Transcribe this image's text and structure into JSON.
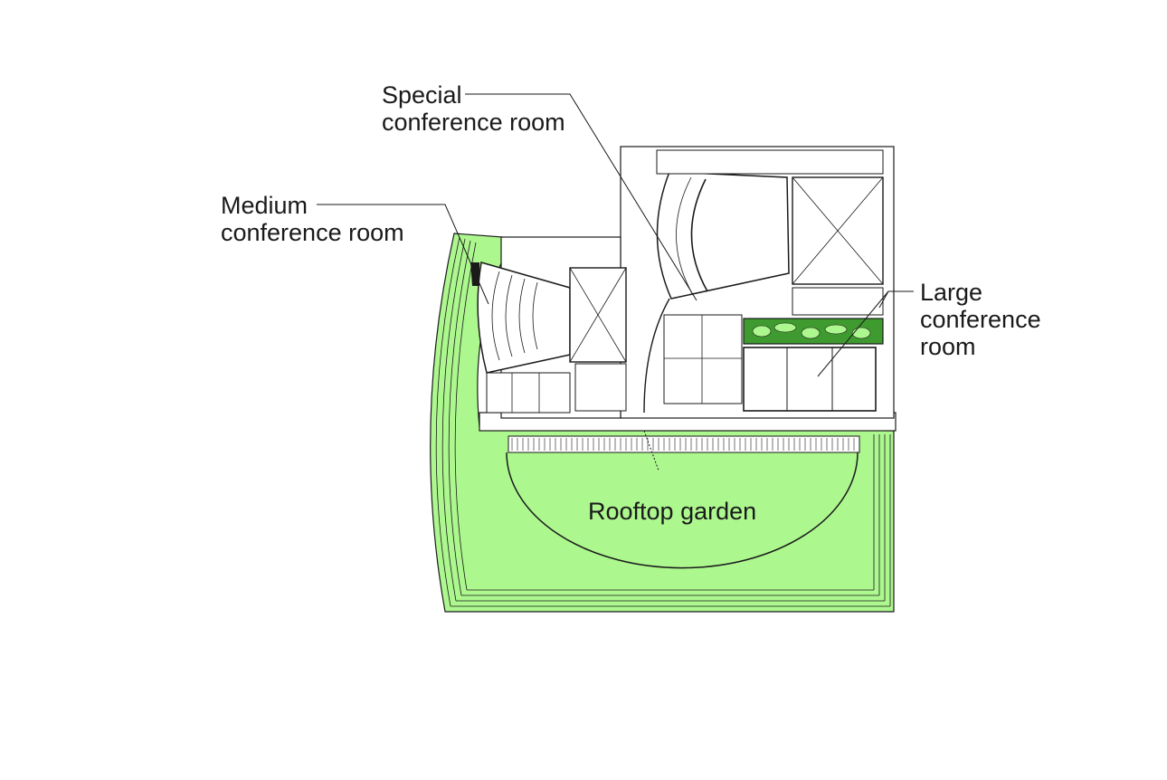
{
  "labels": {
    "special": [
      "Special",
      "conference room"
    ],
    "medium": [
      "Medium",
      "conference room"
    ],
    "large": [
      "Large",
      "conference",
      "room"
    ],
    "rooftop": "Rooftop garden"
  },
  "colors": {
    "garden_green": "#adf78f",
    "garden_dark": "#3f9a2f",
    "line": "#1a1a1a",
    "background": "#ffffff"
  }
}
